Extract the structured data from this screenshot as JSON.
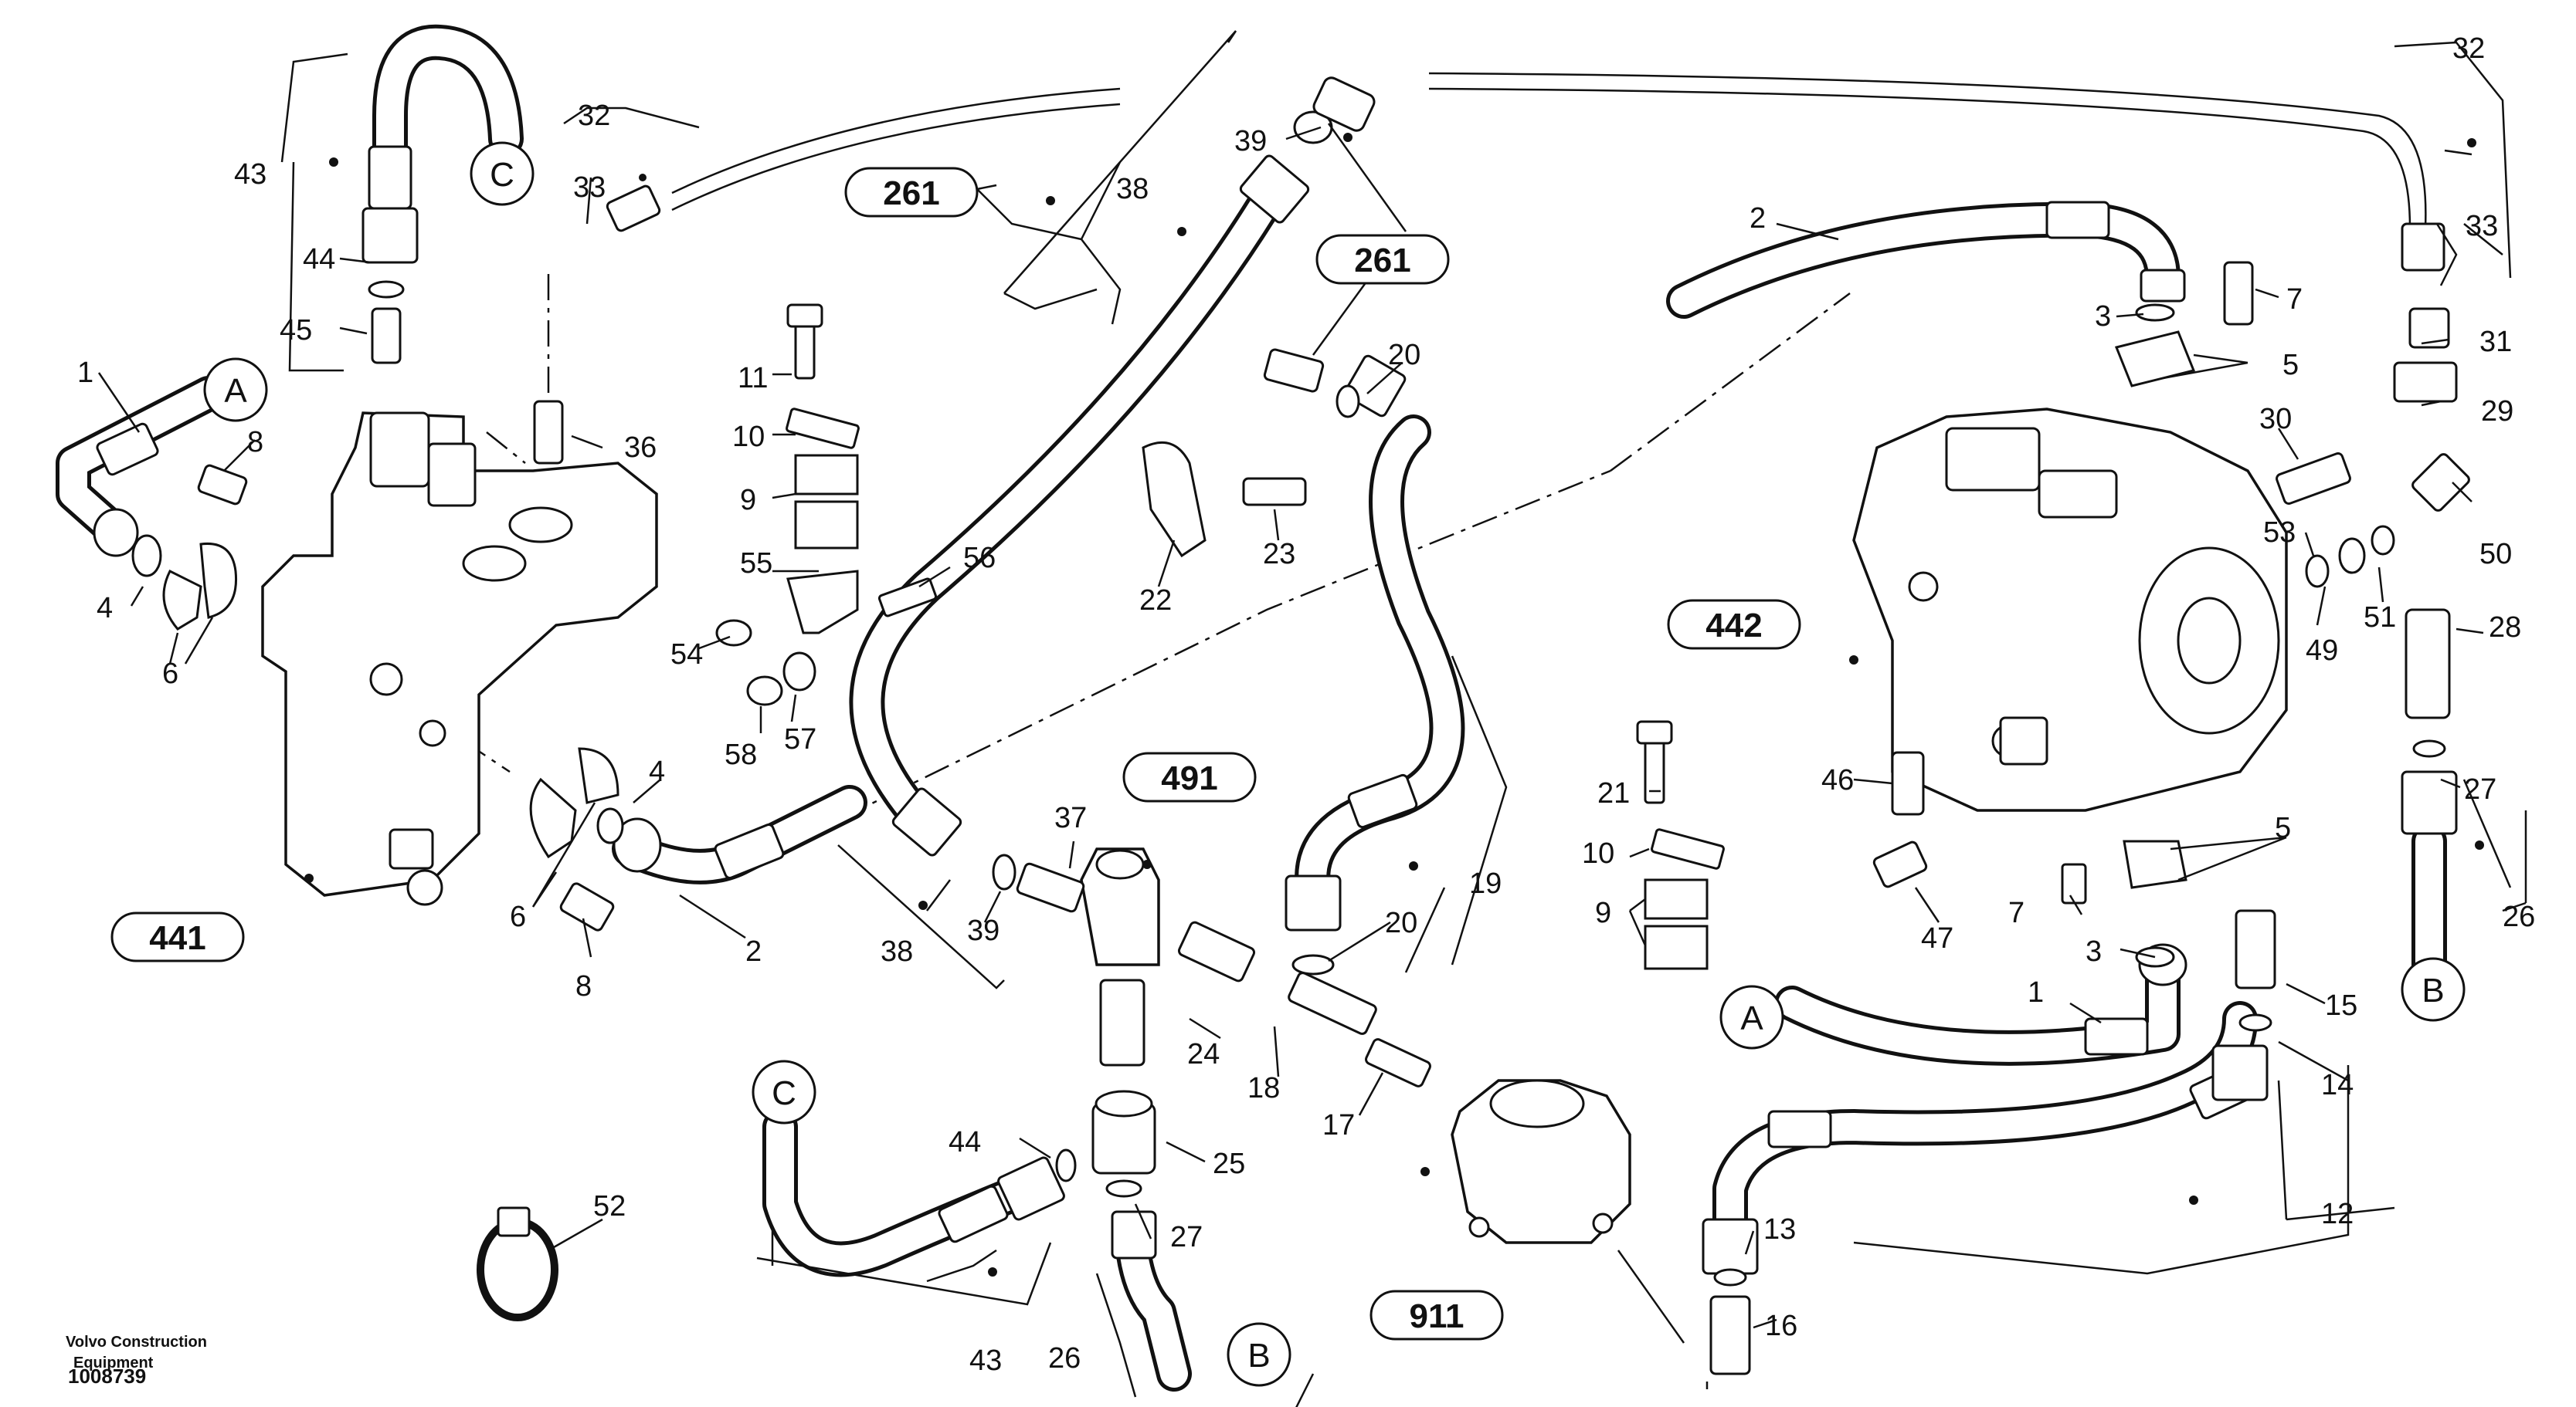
{
  "diagram": {
    "part_labels": [
      {
        "id": "p1a",
        "text": "1"
      },
      {
        "id": "p4a",
        "text": "4"
      },
      {
        "id": "p6a",
        "text": "6"
      },
      {
        "id": "p8a",
        "text": "8"
      },
      {
        "id": "p43a",
        "text": "43"
      },
      {
        "id": "p44a",
        "text": "44"
      },
      {
        "id": "p45",
        "text": "45"
      },
      {
        "id": "p32a",
        "text": "32"
      },
      {
        "id": "p33a",
        "text": "33"
      },
      {
        "id": "p36",
        "text": "36"
      },
      {
        "id": "p11",
        "text": "11"
      },
      {
        "id": "p10a",
        "text": "10"
      },
      {
        "id": "p9a",
        "text": "9"
      },
      {
        "id": "p55",
        "text": "55"
      },
      {
        "id": "p56",
        "text": "56"
      },
      {
        "id": "p54",
        "text": "54"
      },
      {
        "id": "p58",
        "text": "58"
      },
      {
        "id": "p57",
        "text": "57"
      },
      {
        "id": "p4b",
        "text": "4"
      },
      {
        "id": "p6b",
        "text": "6"
      },
      {
        "id": "p8b",
        "text": "8"
      },
      {
        "id": "p2a",
        "text": "2"
      },
      {
        "id": "p38a",
        "text": "38"
      },
      {
        "id": "p39a",
        "text": "39"
      },
      {
        "id": "p22",
        "text": "22"
      },
      {
        "id": "p23",
        "text": "23"
      },
      {
        "id": "p20a",
        "text": "20"
      },
      {
        "id": "p38b",
        "text": "38"
      },
      {
        "id": "p39b",
        "text": "39"
      },
      {
        "id": "p37",
        "text": "37"
      },
      {
        "id": "p24",
        "text": "24"
      },
      {
        "id": "p18",
        "text": "18"
      },
      {
        "id": "p20b",
        "text": "20"
      },
      {
        "id": "p19",
        "text": "19"
      },
      {
        "id": "p17",
        "text": "17"
      },
      {
        "id": "p25",
        "text": "25"
      },
      {
        "id": "p44b",
        "text": "44"
      },
      {
        "id": "p27a",
        "text": "27"
      },
      {
        "id": "p26a",
        "text": "26"
      },
      {
        "id": "p43b",
        "text": "43"
      },
      {
        "id": "p52",
        "text": "52"
      },
      {
        "id": "p2b",
        "text": "2"
      },
      {
        "id": "p3a",
        "text": "3"
      },
      {
        "id": "p7a",
        "text": "7"
      },
      {
        "id": "p5a",
        "text": "5"
      },
      {
        "id": "p30",
        "text": "30"
      },
      {
        "id": "p29",
        "text": "29"
      },
      {
        "id": "p31",
        "text": "31"
      },
      {
        "id": "p33b",
        "text": "33"
      },
      {
        "id": "p32b",
        "text": "32"
      },
      {
        "id": "p53",
        "text": "53"
      },
      {
        "id": "p49",
        "text": "49"
      },
      {
        "id": "p51",
        "text": "51"
      },
      {
        "id": "p50",
        "text": "50"
      },
      {
        "id": "p28",
        "text": "28"
      },
      {
        "id": "p27b",
        "text": "27"
      },
      {
        "id": "p26b",
        "text": "26"
      },
      {
        "id": "p21",
        "text": "21"
      },
      {
        "id": "p10b",
        "text": "10"
      },
      {
        "id": "p9b",
        "text": "9"
      },
      {
        "id": "p46",
        "text": "46"
      },
      {
        "id": "p47",
        "text": "47"
      },
      {
        "id": "p7b",
        "text": "7"
      },
      {
        "id": "p3b",
        "text": "3"
      },
      {
        "id": "p5b",
        "text": "5"
      },
      {
        "id": "p15",
        "text": "15"
      },
      {
        "id": "p1b",
        "text": "1"
      },
      {
        "id": "p14",
        "text": "14"
      },
      {
        "id": "p12",
        "text": "12"
      },
      {
        "id": "p13",
        "text": "13"
      },
      {
        "id": "p16",
        "text": "16"
      }
    ],
    "reference_numbers": [
      {
        "id": "r261a",
        "text": "261"
      },
      {
        "id": "r261b",
        "text": "261"
      },
      {
        "id": "r442",
        "text": "442"
      },
      {
        "id": "r491",
        "text": "491"
      },
      {
        "id": "r441",
        "text": "441"
      },
      {
        "id": "r911",
        "text": "911"
      }
    ],
    "connection_markers": [
      {
        "id": "cA1",
        "text": "A"
      },
      {
        "id": "cC1",
        "text": "C"
      },
      {
        "id": "cC2",
        "text": "C"
      },
      {
        "id": "cB1",
        "text": "B"
      },
      {
        "id": "cA2",
        "text": "A"
      },
      {
        "id": "cB2",
        "text": "B"
      }
    ]
  },
  "footer": {
    "company": "Volvo Construction",
    "company_line2": "Equipment",
    "drawing_number": "1008739"
  }
}
